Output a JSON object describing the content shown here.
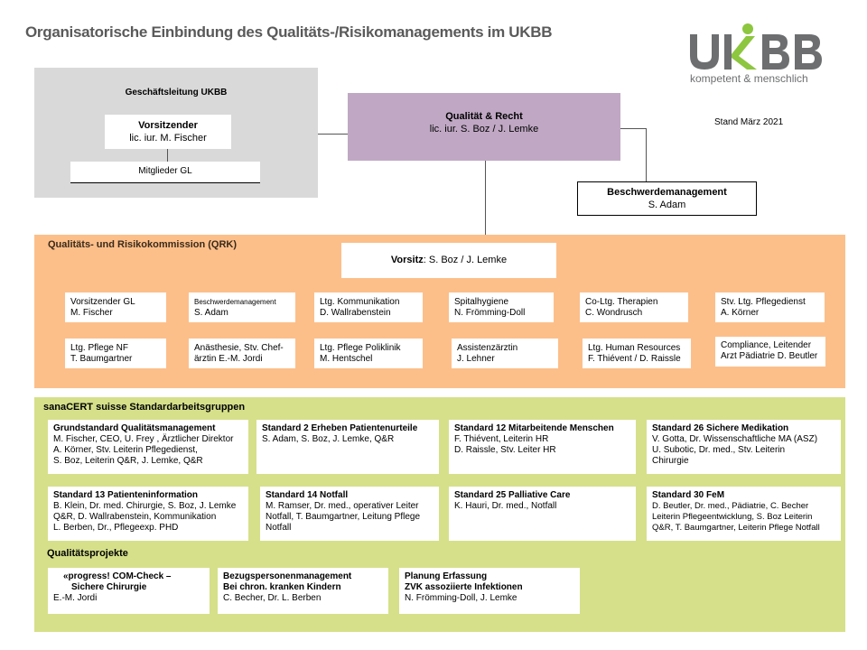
{
  "title": "Organisatorische Einbindung des Qualitäts-/Risikomanagements im UKBB",
  "logo": {
    "text": "UKBB",
    "tagline": "kompetent & menschlich",
    "green": "#8dc63f",
    "grey": "#6d6e70"
  },
  "stand": "Stand März 2021",
  "colors": {
    "gl_bg": "#d9d9d9",
    "qr_bg": "#c0a8c4",
    "qrk_bg": "#fcbf8a",
    "sana_bg": "#d6e08a"
  },
  "gl": {
    "title": "Geschäftsleitung UKBB",
    "chair_title": "Vorsitzender",
    "chair_name": "lic. iur. M. Fischer",
    "members": "Mitglieder GL"
  },
  "qr": {
    "title": "Qualität & Recht",
    "names": "lic. iur. S. Boz / J. Lemke"
  },
  "complaints": {
    "title": "Beschwerdemanagement",
    "name": "S. Adam"
  },
  "qrk": {
    "title": "Qualitäts- und Risikokommission  (QRK)",
    "chair_label": "Vorsitz",
    "chair_names": ":  S. Boz / J. Lemke",
    "members": [
      {
        "role": "Vorsitzender GL",
        "name": "M. Fischer"
      },
      {
        "role": "Beschwerdemanagement",
        "name": "S. Adam"
      },
      {
        "role": "Ltg. Kommunikation",
        "name": "D. Wallrabenstein"
      },
      {
        "role": "Spitalhygiene",
        "name": "N. Frömming-Doll"
      },
      {
        "role": "Co-Ltg. Therapien",
        "name": "C. Wondrusch"
      },
      {
        "role": "Stv. Ltg. Pflegedienst",
        "name": "A. Körner"
      },
      {
        "role": "Ltg. Pflege NF",
        "name": "T. Baumgartner"
      },
      {
        "role": "Anästhesie, Stv. Chef-",
        "name": "ärztin E.-M.  Jordi"
      },
      {
        "role": "Ltg. Pflege Poliklinik",
        "name": "M. Hentschel"
      },
      {
        "role": "Assistenzärztin",
        "name": "J. Lehner"
      },
      {
        "role": "Ltg. Human Resources",
        "name": "F. Thiévent  / D. Raissle"
      },
      {
        "role": "Compliance, Leitender",
        "name": "Arzt Pädiatrie D. Beutler"
      }
    ]
  },
  "sana": {
    "title": "sanaCERT  suisse Standardarbeitsgruppen",
    "standards": [
      {
        "title": "Grundstandard Qualitätsmanagement",
        "lines": [
          "M. Fischer, CEO,  U. Frey , Ärztlicher Direktor",
          "A. Körner, Stv. Leiterin Pflegedienst,",
          "S. Boz, Leiterin Q&R, J. Lemke, Q&R"
        ]
      },
      {
        "title": "Standard 2 Erheben Patientenurteile",
        "lines": [
          "S. Adam, S. Boz, J. Lemke, Q&R"
        ]
      },
      {
        "title": "Standard 12 Mitarbeitende Menschen",
        "lines": [
          "F. Thiévent, Leiterin HR",
          "D. Raissle, Stv. Leiter HR"
        ]
      },
      {
        "title": "Standard 26 Sichere Medikation",
        "lines": [
          "V. Gotta, Dr. Wissenschaftliche MA (ASZ)",
          "U. Subotic, Dr. med., Stv. Leiterin",
          "Chirurgie"
        ]
      },
      {
        "title": "Standard 13 Patienteninformation",
        "lines": [
          "B. Klein, Dr. med. Chirurgie, S. Boz, J. Lemke",
          "Q&R, D. Wallrabenstein, Kommunikation",
          "L. Berben, Dr., Pflegeexp. PHD"
        ]
      },
      {
        "title": "Standard 14 Notfall",
        "lines": [
          "M. Ramser, Dr. med., operativer Leiter",
          "Notfall, T. Baumgartner, Leitung Pflege",
          "Notfall"
        ]
      },
      {
        "title": "Standard 25 Palliative Care",
        "lines": [
          "K. Hauri, Dr. med., Notfall"
        ]
      },
      {
        "title": "Standard 30 FeM",
        "lines": [
          "D. Beutler, Dr. med., Pädiatrie, C. Becher",
          "Leiterin Pflegeentwicklung, S. Boz Leiterin",
          "Q&R, T. Baumgartner, Leiterin Pflege Notfall"
        ]
      }
    ],
    "projects_title": "Qualitätsprojekte",
    "projects": [
      {
        "title1": "«progress! COM-Check –",
        "title2": "Sichere Chirurgie",
        "names": "E.-M.  Jordi"
      },
      {
        "title1": "Bezugspersonenmanagement",
        "title2": "Bei chron. kranken Kindern",
        "names": "C. Becher, Dr. L. Berben"
      },
      {
        "title1": "Planung Erfassung",
        "title2": "ZVK assoziierte Infektionen",
        "names": "N. Frömming-Doll,  J. Lemke"
      }
    ]
  }
}
